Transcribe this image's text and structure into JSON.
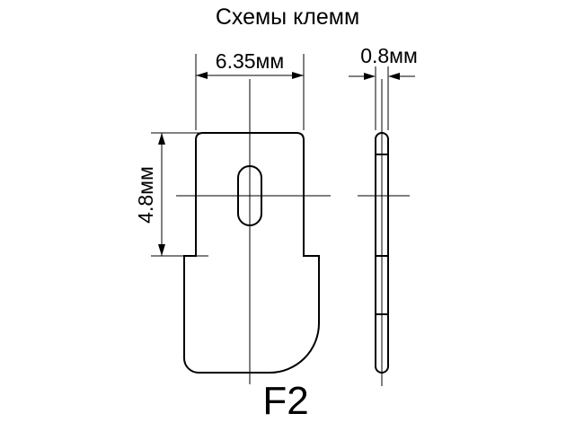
{
  "title": "Схемы клемм",
  "terminal_label": "F2",
  "dimensions": {
    "blade_width": "6.35мм",
    "blade_height": "4.8мм",
    "thickness": "0.8мм"
  },
  "colors": {
    "line": "#000000",
    "background": "#ffffff"
  }
}
